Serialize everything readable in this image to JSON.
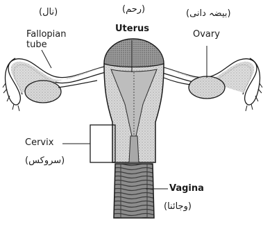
{
  "labels": {
    "fallopian_tube": {
      "line1": "Fallopian",
      "line2": "tube",
      "urdu": "(نال)"
    },
    "uterus": {
      "english": "Uterus",
      "urdu": "(رحم)"
    },
    "ovary": {
      "english": "Ovary",
      "urdu": "(بیضہ دانی)"
    },
    "cervix": {
      "english": "Cervix",
      "urdu": "(سروکس)"
    },
    "vagina": {
      "english": "Vagina",
      "urdu": "(وجائنا)"
    }
  },
  "colors": {
    "ink": "#1a1a1a",
    "tissue_light": "#d6d6d6",
    "tissue_mid": "#b3b3b3",
    "tissue_dark": "#7a7a7a",
    "background": "#ffffff"
  }
}
